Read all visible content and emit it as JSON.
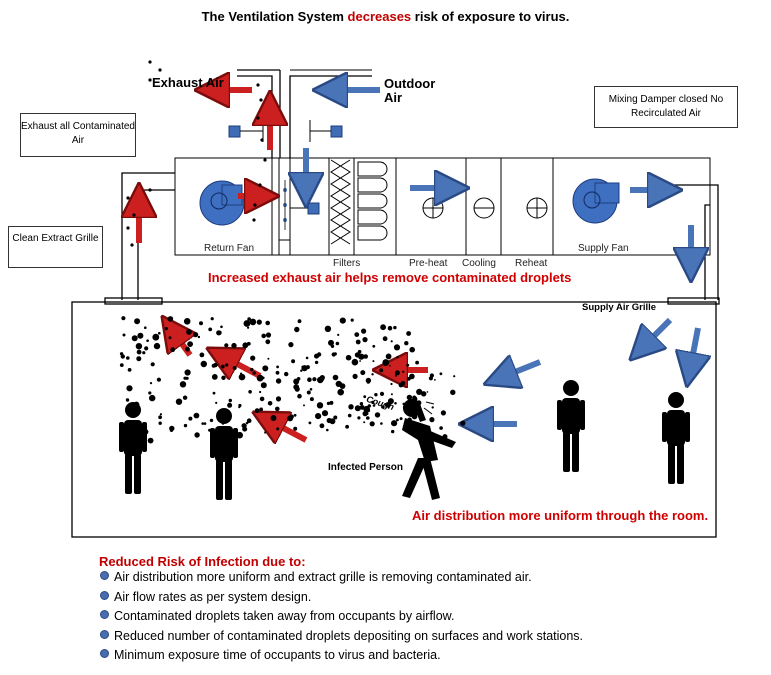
{
  "title": {
    "prefix": "The Ventilation System ",
    "highlight": "decreases",
    "suffix": " risk of exposure to virus."
  },
  "labels": {
    "exhaust_air": "Exhaust Air",
    "outdoor_air": "Outdoor Air",
    "return_fan": "Return Fan",
    "supply_fan": "Supply Fan",
    "filters": "Filters",
    "preheat": "Pre-heat",
    "cooling": "Cooling",
    "reheat": "Reheat",
    "supply_air_grille": "Supply Air Grille",
    "infected_person": "Infected Person",
    "cough": "Cough"
  },
  "callouts": {
    "exhaust_contaminated": "Exhaust all Contaminated Air",
    "mixing_damper": "Mixing Damper closed No Recirculated Air",
    "clean_extract": "Clean Extract Grille"
  },
  "notes": {
    "increased_exhaust": "Increased exhaust air helps remove contaminated droplets",
    "air_distribution": "Air distribution more uniform through the room."
  },
  "summary": {
    "heading": "Reduced Risk of Infection due to:",
    "items": [
      "Air distribution more uniform and extract grille is removing contaminated air.",
      "Air flow rates as per system design.",
      "Contaminated droplets taken away from occupants by airflow.",
      "Reduced number of contaminated droplets depositing on surfaces and work stations.",
      "Minimum exposure time of occupants to virus and bacteria."
    ]
  },
  "colors": {
    "red_arrow": "#cc1f1f",
    "blue_arrow": "#4a74b8",
    "fan_blue": "#3f6fc0",
    "damper_blue": "#3e6db5",
    "heading_red": "#c00000"
  }
}
